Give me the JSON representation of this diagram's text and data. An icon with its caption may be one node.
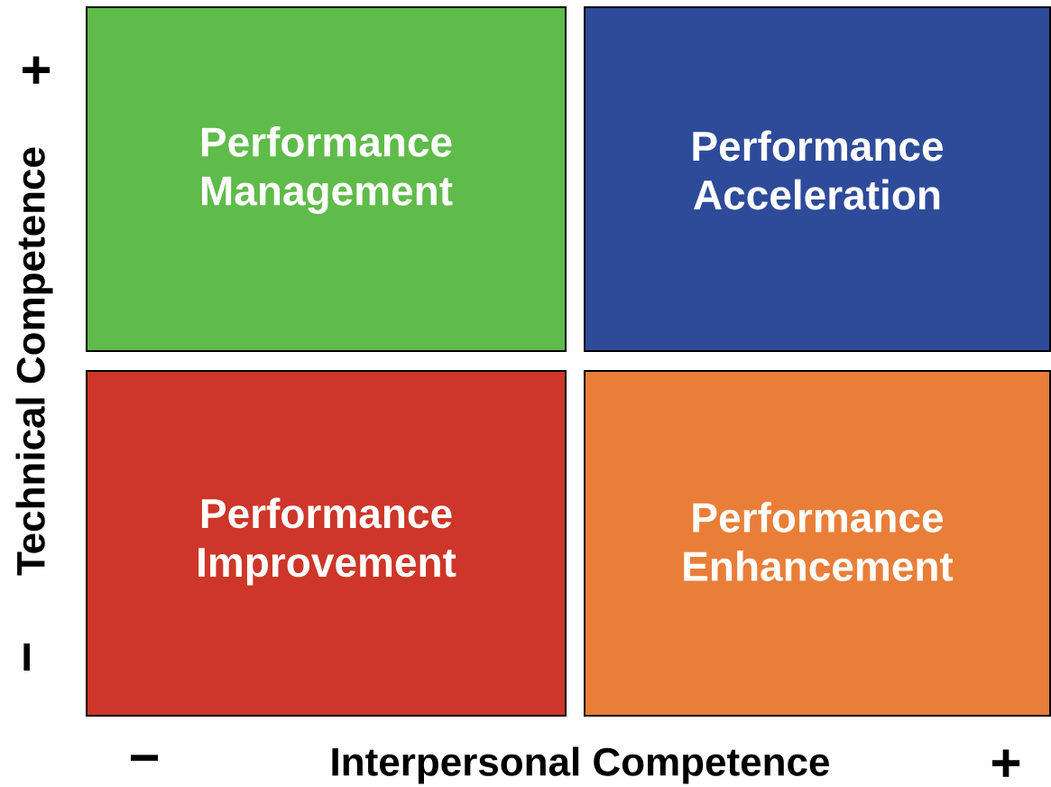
{
  "diagram": {
    "nodes": [
      {
        "text": [
          "Performance Management"
        ]
      },
      {
        "text": [
          "Performance Acceleration"
        ]
      },
      {
        "text": [
          "Performance Improvement"
        ]
      },
      {
        "text": [
          "Performance Enhancement"
        ]
      }
    ],
    "labels": [
      "+",
      "Technical Competence",
      "−",
      "−",
      "Interpersonal Competence",
      "+"
    ]
  }
}
